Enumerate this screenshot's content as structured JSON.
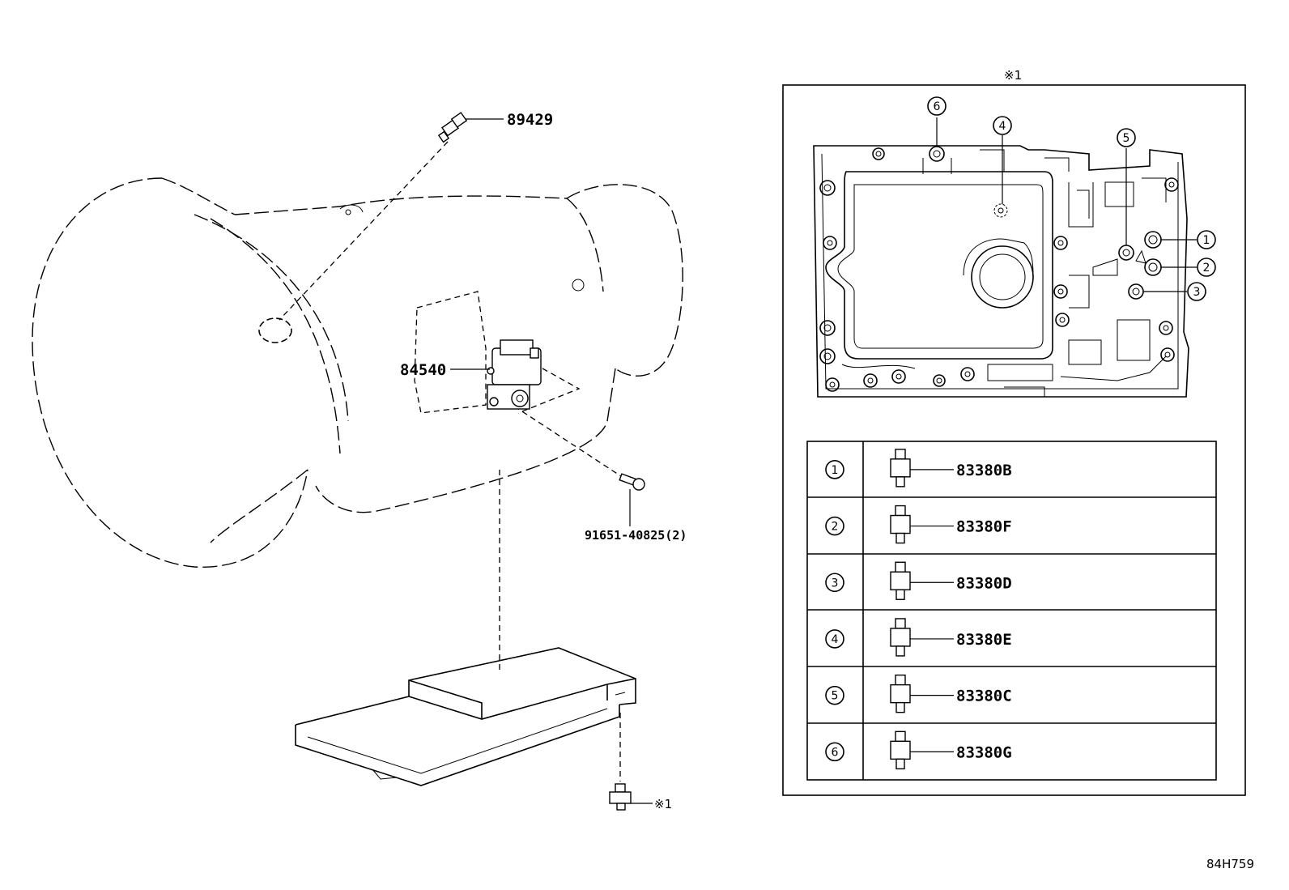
{
  "diagram_code": "84H759",
  "main_labels": {
    "switch_top": "89429",
    "neutral_switch": "84540",
    "bolt": "91651-40825(2)",
    "ref_note": "※1"
  },
  "inset": {
    "title": "※1",
    "callouts": [
      "1",
      "2",
      "3",
      "4",
      "5",
      "6"
    ]
  },
  "table": {
    "rows": [
      {
        "num": "1",
        "part": "83380B"
      },
      {
        "num": "2",
        "part": "83380F"
      },
      {
        "num": "3",
        "part": "83380D"
      },
      {
        "num": "4",
        "part": "83380E"
      },
      {
        "num": "5",
        "part": "83380C"
      },
      {
        "num": "6",
        "part": "83380G"
      }
    ]
  }
}
